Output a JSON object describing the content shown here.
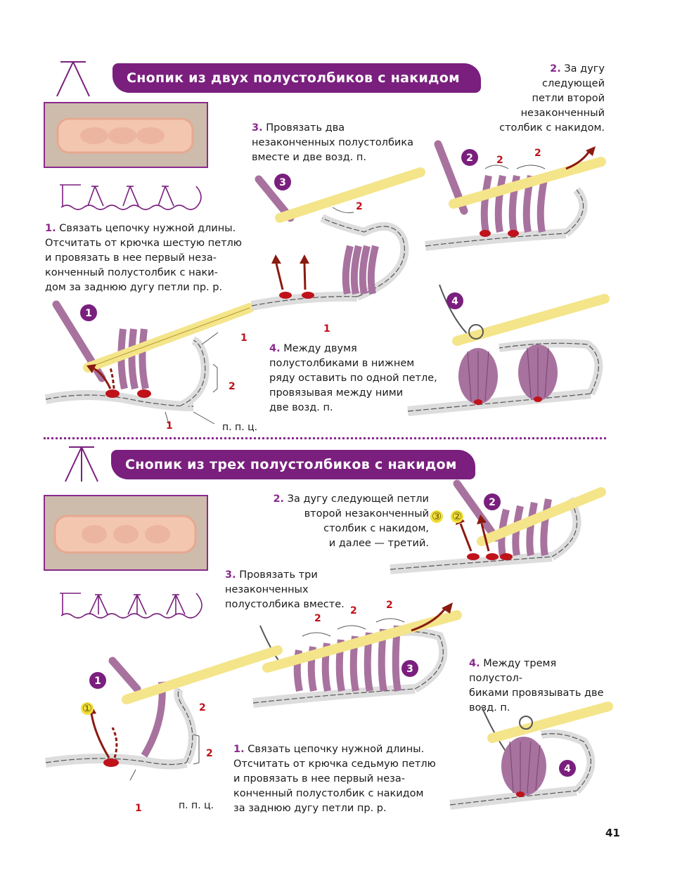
{
  "section1": {
    "title": "Снопик из двух полустолбиков с накидом",
    "step1": {
      "num": "1.",
      "lines": [
        "Связать цепочку нужной длины.",
        "Отсчитать от крючка шестую петлю",
        "и провязать в нее первый неза-",
        "конченный полустолбик с наки-",
        "дом за заднюю дугу петли пр. р."
      ]
    },
    "step2": {
      "num": "2.",
      "lines": [
        "За дугу",
        "следующей",
        "петли второй",
        "незаконченный",
        "столбик с накидом."
      ]
    },
    "step3": {
      "num": "3.",
      "lines": [
        "Провязать два",
        "незаконченных полустолбика",
        "вместе и две возд. п."
      ]
    },
    "step4": {
      "num": "4.",
      "lines": [
        "Между двумя",
        "полустолбиками в нижнем",
        "ряду оставить по одной петле,",
        "провязывая между ними",
        "две возд. п."
      ]
    },
    "labels": {
      "one": "1",
      "two": "2",
      "three": "3",
      "four": "4",
      "ppc": "п. п. ц."
    }
  },
  "section2": {
    "title": "Снопик из трех полустолбиков с накидом",
    "step1": {
      "num": "1.",
      "lines": [
        "Связать цепочку нужной длины.",
        "Отсчитать от крючка седьмую петлю",
        "и провязать в нее первый неза-",
        "конченный полустолбик с накидом",
        "за заднюю дугу петли пр. р."
      ]
    },
    "step2": {
      "num": "2.",
      "lines": [
        "За дугу следующей петли",
        "второй незаконченный",
        "столбик с накидом,",
        "и далее — третий."
      ]
    },
    "step3": {
      "num": "3.",
      "lines": [
        "Провязать три",
        "незаконченных",
        "полустолбика вместе."
      ]
    },
    "step4": {
      "num": "4.",
      "lines": [
        "Между тремя полустол-",
        "биками провязывать две",
        "возд. п."
      ]
    },
    "labels": {
      "one": "1",
      "two": "2",
      "three": "3",
      "four": "4",
      "ppc": "п. п. ц.",
      "c1": "①",
      "c2": "②",
      "c3": "③"
    }
  },
  "page_number": "41",
  "colors": {
    "accent": "#7a1f7e",
    "yarn": "#a8729f",
    "hook": "#f4e58a",
    "red": "#c0121b",
    "arrow": "#8b1a10"
  }
}
